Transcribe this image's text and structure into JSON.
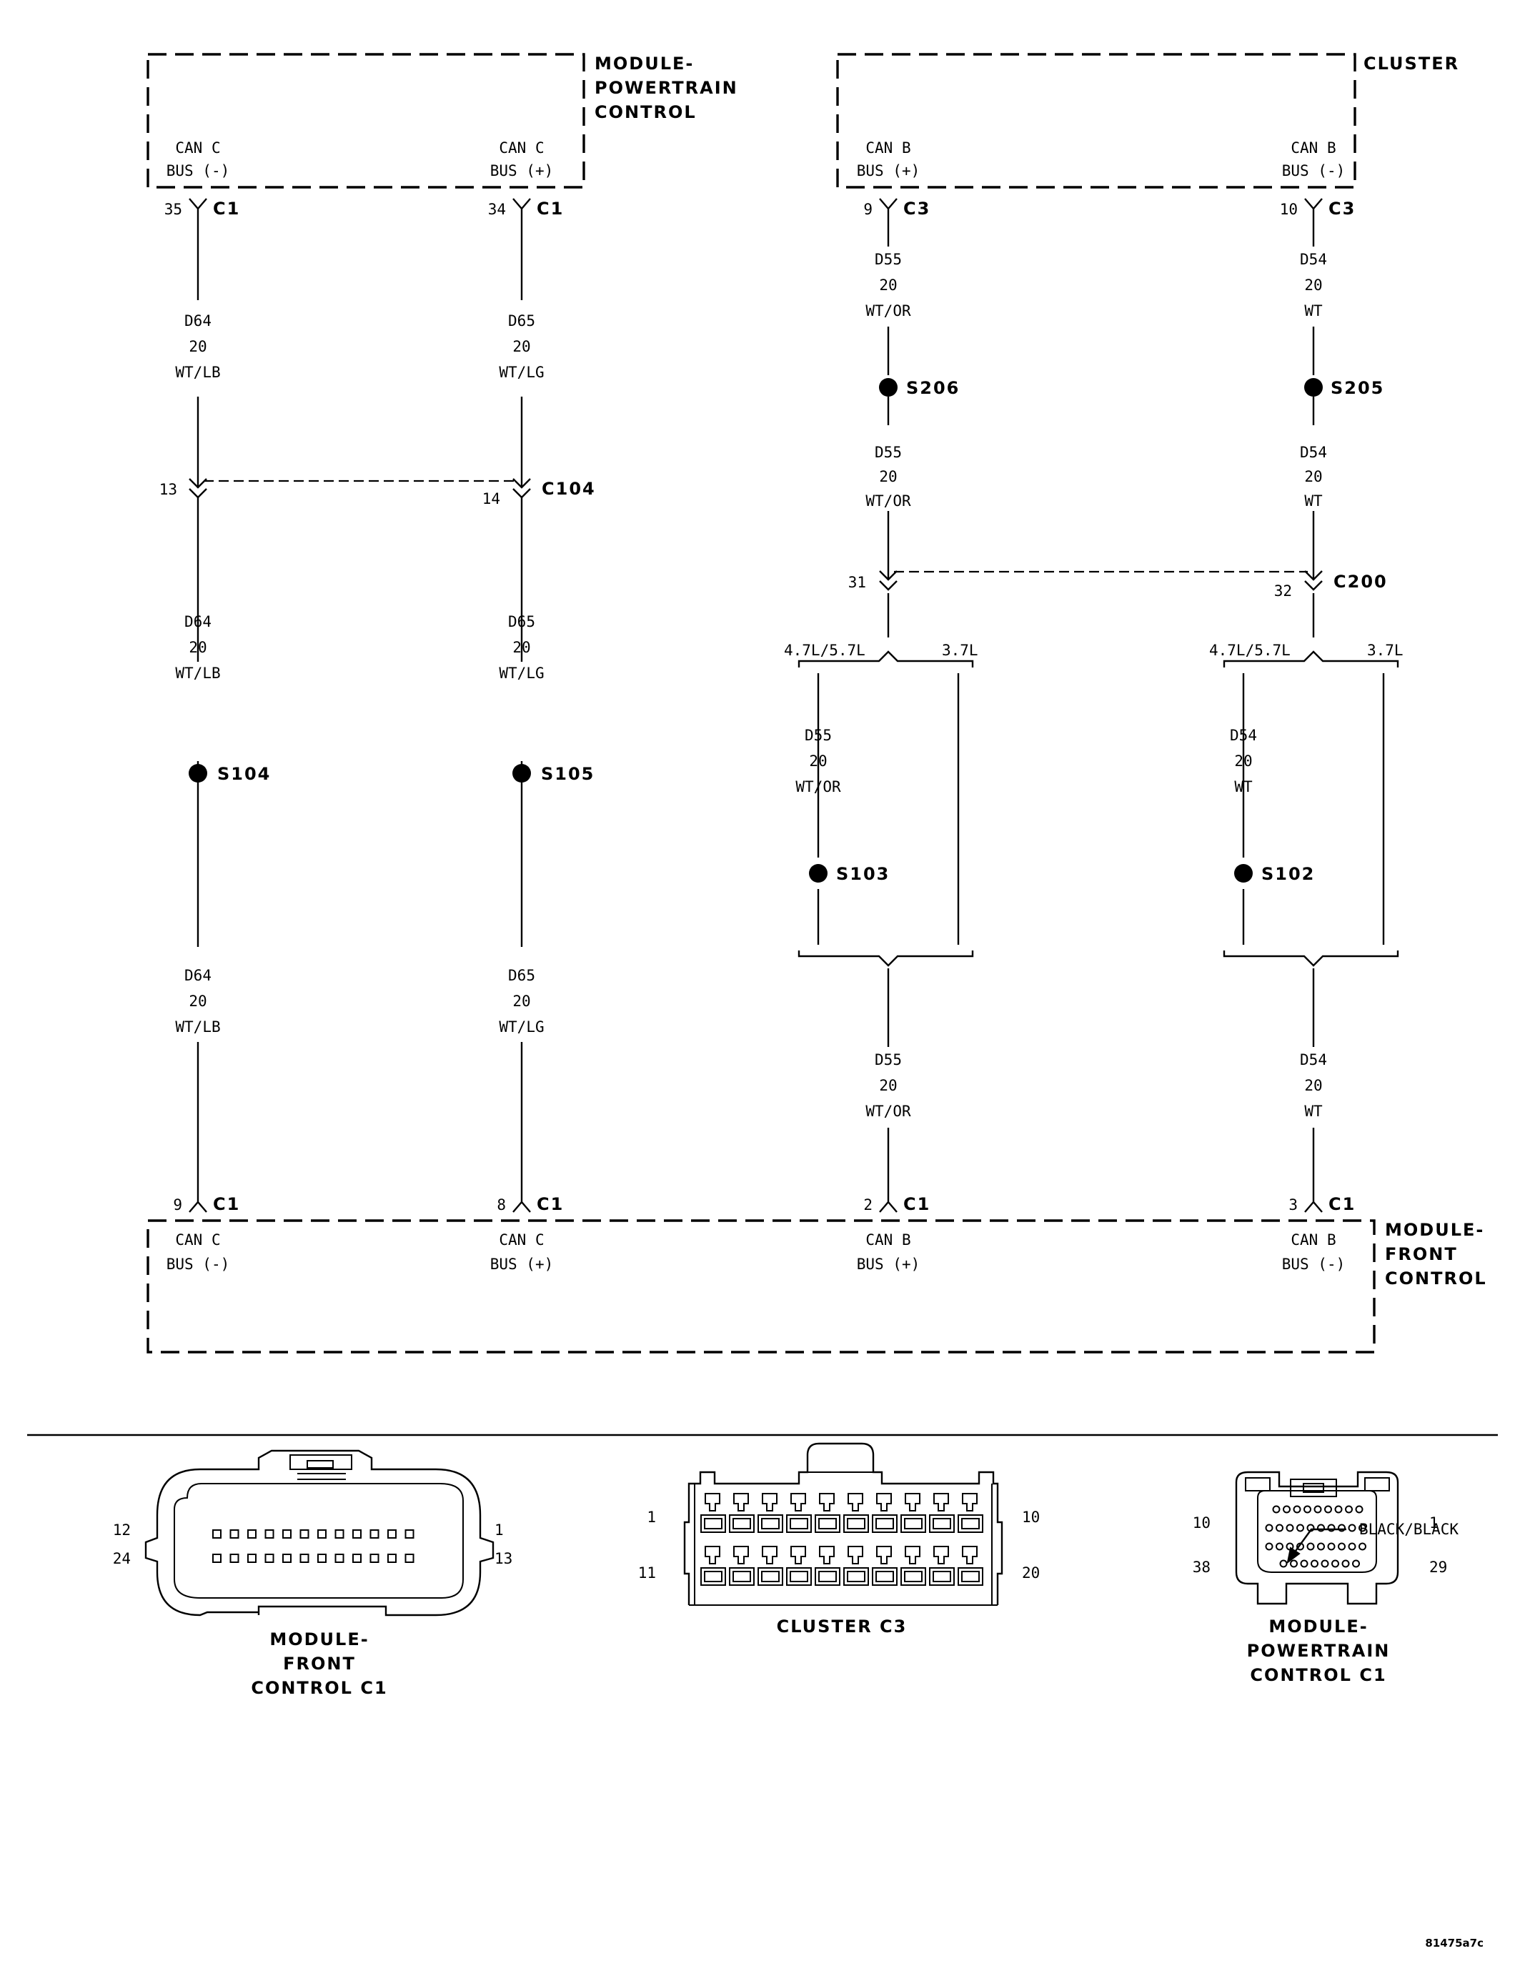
{
  "modules": {
    "pcm": {
      "name": [
        "MODULE-",
        "POWERTRAIN",
        "CONTROL"
      ],
      "pins": [
        {
          "line1": "CAN C",
          "line2": "BUS (-)"
        },
        {
          "line1": "CAN C",
          "line2": "BUS (+)"
        }
      ]
    },
    "cluster": {
      "name": [
        "CLUSTER"
      ],
      "pins": [
        {
          "line1": "CAN B",
          "line2": "BUS (+)"
        },
        {
          "line1": "CAN B",
          "line2": "BUS (-)"
        }
      ]
    },
    "fcm": {
      "name": [
        "MODULE-",
        "FRONT",
        "CONTROL"
      ],
      "pins": [
        {
          "line1": "CAN C",
          "line2": "BUS (-)"
        },
        {
          "line1": "CAN C",
          "line2": "BUS (+)"
        },
        {
          "line1": "CAN B",
          "line2": "BUS (+)"
        },
        {
          "line1": "CAN B",
          "line2": "BUS (-)"
        }
      ]
    }
  },
  "connectors": {
    "top": [
      {
        "pin": "35",
        "name": "C1"
      },
      {
        "pin": "34",
        "name": "C1"
      },
      {
        "pin": "9",
        "name": "C3"
      },
      {
        "pin": "10",
        "name": "C3"
      }
    ],
    "c104": {
      "name": "C104",
      "pins": [
        "13",
        "14"
      ]
    },
    "c200": {
      "name": "C200",
      "pins": [
        "31",
        "32"
      ]
    },
    "bottom": [
      {
        "pin": "9",
        "name": "C1"
      },
      {
        "pin": "8",
        "name": "C1"
      },
      {
        "pin": "2",
        "name": "C1"
      },
      {
        "pin": "3",
        "name": "C1"
      }
    ]
  },
  "wires": {
    "d64": {
      "circuit": "D64",
      "gauge": "20",
      "color": "WT/LB"
    },
    "d65": {
      "circuit": "D65",
      "gauge": "20",
      "color": "WT/LG"
    },
    "d55": {
      "circuit": "D55",
      "gauge": "20",
      "color": "WT/OR"
    },
    "d54": {
      "circuit": "D54",
      "gauge": "20",
      "color": "WT"
    }
  },
  "splices": {
    "s206": "S206",
    "s205": "S205",
    "s104": "S104",
    "s105": "S105",
    "s103": "S103",
    "s102": "S102"
  },
  "options": {
    "a": "4.7L/5.7L",
    "b": "3.7L"
  },
  "views": {
    "fcm": {
      "title": [
        "MODULE-",
        "FRONT",
        "CONTROL C1"
      ],
      "pins": [
        "12",
        "1",
        "24",
        "13"
      ]
    },
    "cluster": {
      "title": [
        "CLUSTER C3"
      ],
      "pins": [
        "1",
        "10",
        "11",
        "20"
      ]
    },
    "pcm": {
      "title": [
        "MODULE-",
        "POWERTRAIN",
        "CONTROL C1"
      ],
      "pins": [
        "10",
        "1",
        "38",
        "29"
      ],
      "callout": "BLACK/BLACK"
    }
  },
  "figure_id": "81475a7c"
}
